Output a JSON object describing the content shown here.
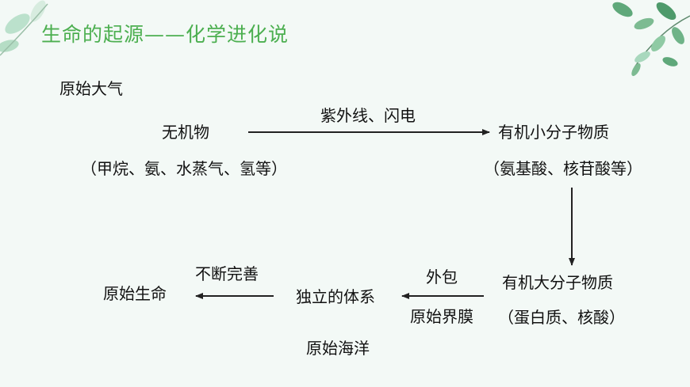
{
  "title": "生命的起源——化学进化说",
  "nodes": {
    "primitive_atmosphere": "原始大气",
    "inorganic": "无机物",
    "inorganic_examples": "（甲烷、氨、水蒸气、氢等）",
    "small_organic": "有机小分子物质",
    "small_organic_examples": "（氨基酸、核苷酸等）",
    "large_organic": "有机大分子物质",
    "large_organic_examples": "（蛋白质、核酸）",
    "independent_system": "独立的体系",
    "primitive_life": "原始生命",
    "primitive_ocean": "原始海洋"
  },
  "edges": {
    "uv_lightning": "紫外线、闪电",
    "wrap": "外包",
    "primitive_membrane": "原始界膜",
    "continual_improvement": "不断完善"
  },
  "colors": {
    "title": "#4caf50",
    "background": "#f3f9f6",
    "leaf_dark": "#5fa87a",
    "leaf_light": "#a8d8bd"
  }
}
